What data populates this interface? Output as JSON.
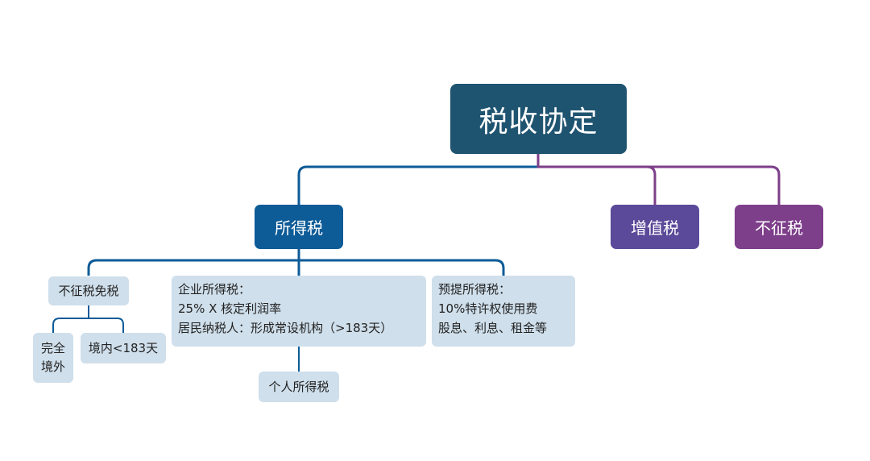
{
  "root": {
    "label": "税收协定"
  },
  "categories": {
    "income_tax": "所得税",
    "vat": "增值税",
    "not_levied": "不征税"
  },
  "income_tax_children": {
    "exemption": {
      "label": "不征税免税",
      "full_abroad": [
        "完全",
        "境外"
      ],
      "domestic_lt_183": "境内<183天"
    },
    "corporate_income_tax": {
      "lines": [
        "企业所得税：",
        "25% X 核定利润率",
        "居民纳税人：形成常设机构（>183天）"
      ]
    },
    "withholding_income_tax": {
      "lines": [
        "预提所得税：",
        "10%特许权使用费",
        "股息、利息、租金等"
      ]
    },
    "individual_income_tax": {
      "label": "个人所得税"
    }
  },
  "colors": {
    "root_fill": "#1f5470",
    "income_tax_fill": "#0d5b97",
    "vat_fill": "#5b4a99",
    "not_levied_fill": "#7d3e8a",
    "leaf_fill": "#cfdfeb",
    "blue_connector": "#0d5b97",
    "purple_connector": "#7d3e8a"
  }
}
